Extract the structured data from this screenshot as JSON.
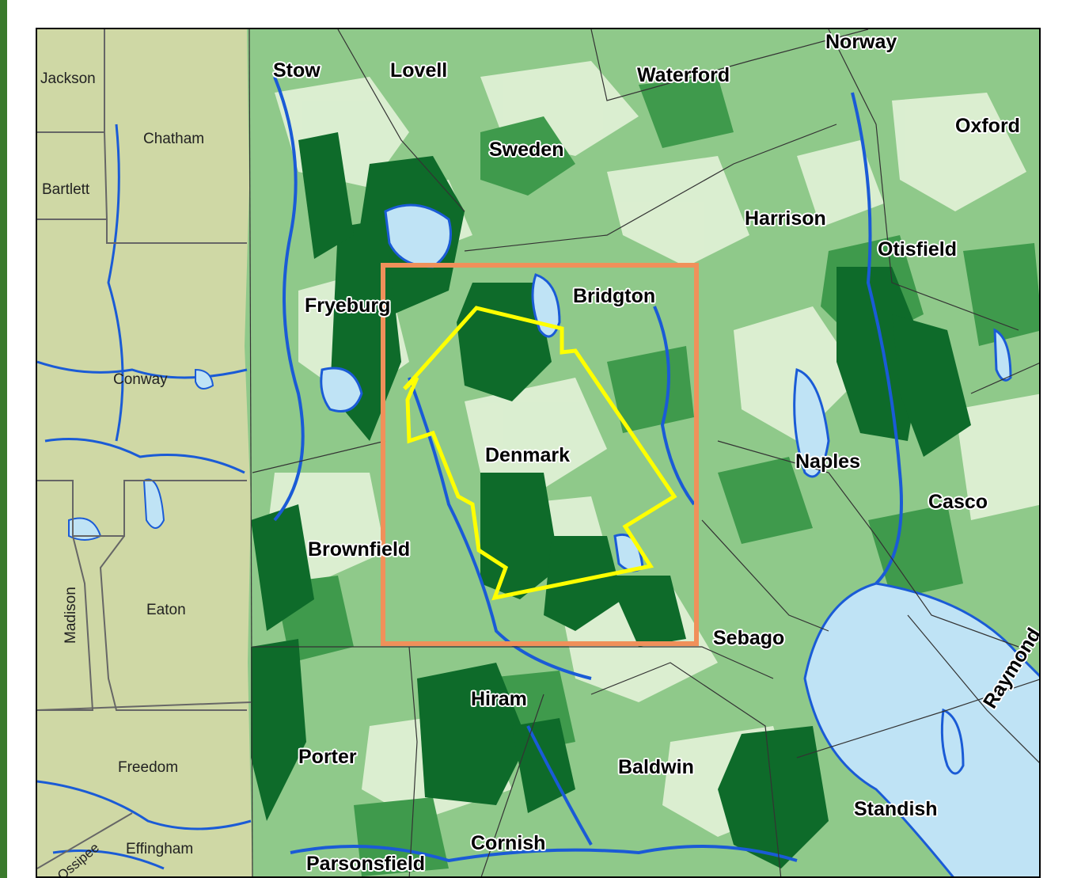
{
  "colors": {
    "nh_land": "#cfd8a5",
    "forest_light": "#dff0d4",
    "forest_mid": "#8fc98a",
    "forest_medium": "#3f9a4c",
    "forest_dark": "#0e6b2a",
    "water": "#bfe3f5",
    "water_outline": "#1a5bd6",
    "study_box": "#f0905a",
    "denmark_boundary": "#ffff00"
  },
  "towns_maine": {
    "stow": "Stow",
    "lovell": "Lovell",
    "waterford": "Waterford",
    "norway": "Norway",
    "oxford": "Oxford",
    "sweden": "Sweden",
    "harrison": "Harrison",
    "otisfield": "Otisfield",
    "fryeburg": "Fryeburg",
    "bridgton": "Bridgton",
    "denmark": "Denmark",
    "naples": "Naples",
    "casco": "Casco",
    "brownfield": "Brownfield",
    "sebago": "Sebago",
    "raymond": "Raymond",
    "hiram": "Hiram",
    "porter": "Porter",
    "baldwin": "Baldwin",
    "standish": "Standish",
    "cornish": "Cornish",
    "parsonsfield": "Parsonsfield"
  },
  "towns_nh": {
    "jackson": "Jackson",
    "chatham": "Chatham",
    "bartlett": "Bartlett",
    "conway": "Conway",
    "madison": "Madison",
    "eaton": "Eaton",
    "freedom": "Freedom",
    "ossipee": "Ossipee",
    "effingham": "Effingham"
  }
}
